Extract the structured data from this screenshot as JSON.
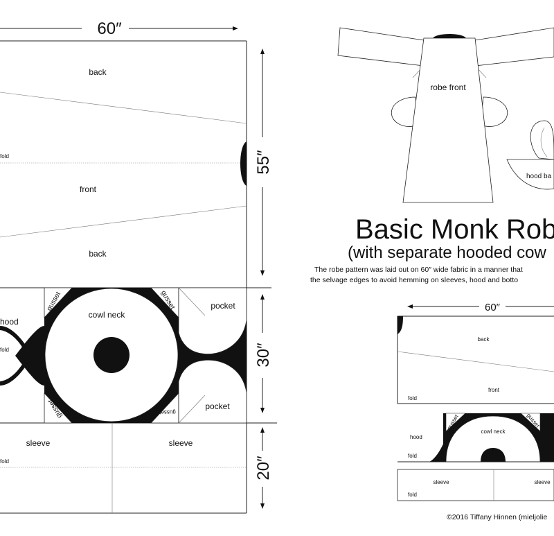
{
  "main_layout": {
    "width_label": "60″",
    "height_top_label": "55″",
    "height_mid_label": "30″",
    "height_bottom_label": "20″",
    "pieces": {
      "back_top": "back",
      "fold_top": "fold",
      "front": "front",
      "back_bottom": "back",
      "hood": "hood",
      "fold_mid": "fold",
      "gusset_tl": "gusset",
      "gusset_tr": "gusset",
      "gusset_bl": "gusset",
      "gusset_br": "gusset",
      "cowl_neck": "cowl neck",
      "pocket_top": "pocket",
      "pocket_bottom": "pocket",
      "sleeve_left": "sleeve",
      "sleeve_right": "sleeve",
      "fold_bottom": "fold"
    }
  },
  "robe_illustration": {
    "robe_front": "robe front",
    "hood_back": "hood ba"
  },
  "heading": {
    "title": "Basic Monk Robe",
    "subtitle": "(with separate hooded cow",
    "description_line1": "The robe pattern was laid out on 60″ wide fabric in a manner that",
    "description_line2": "the selvage edges to avoid hemming on sleeves, hood and botto"
  },
  "small_layout": {
    "width_label": "60″",
    "pieces": {
      "back": "back",
      "front": "front",
      "fold_1": "fold",
      "hood": "hood",
      "gusset_1": "gusset",
      "gusset_2": "gusset",
      "cowl_neck": "cowl neck",
      "fold_2": "fold",
      "sleeve_left": "sleeve",
      "sleeve_right": "sleeve",
      "fold_3": "fold"
    }
  },
  "footer": {
    "copyright": "©2016 Tiffany Hinnen (mieljolie"
  }
}
